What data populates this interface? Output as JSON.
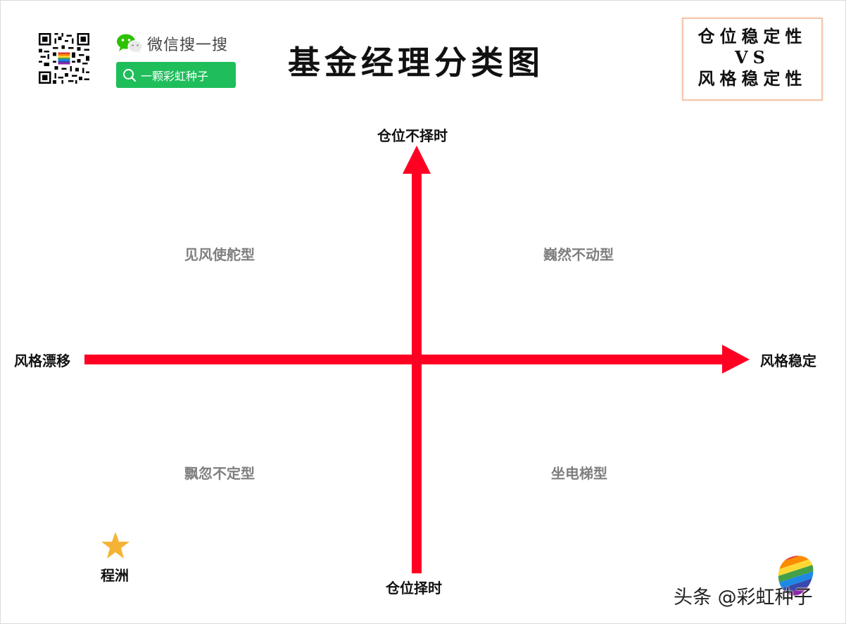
{
  "header": {
    "title": "基金经理分类图",
    "wechat_label": "微信搜一搜",
    "search_text": "一颗彩虹种子",
    "topic_lines": [
      "仓位稳定性",
      "VS",
      "风格稳定性"
    ]
  },
  "axes": {
    "top": "仓位不择时",
    "bottom": "仓位择时",
    "left": "风格漂移",
    "right": "风格稳定",
    "color": "#ff0022"
  },
  "quadrants": {
    "top_left": "见风使舵型",
    "top_right": "巍然不动型",
    "bottom_left": "飘忽不定型",
    "bottom_right": "坐电梯型"
  },
  "marker": {
    "label": "程洲",
    "icon": "star-icon",
    "color": "#f5b335",
    "quadrant": "bottom_left"
  },
  "footer": {
    "watermark": "头条 @彩虹种子"
  },
  "colors": {
    "wechat_green": "#1fbe5b",
    "topic_border": "#f4c7ae",
    "quadrant_text": "#7f7f7f"
  }
}
